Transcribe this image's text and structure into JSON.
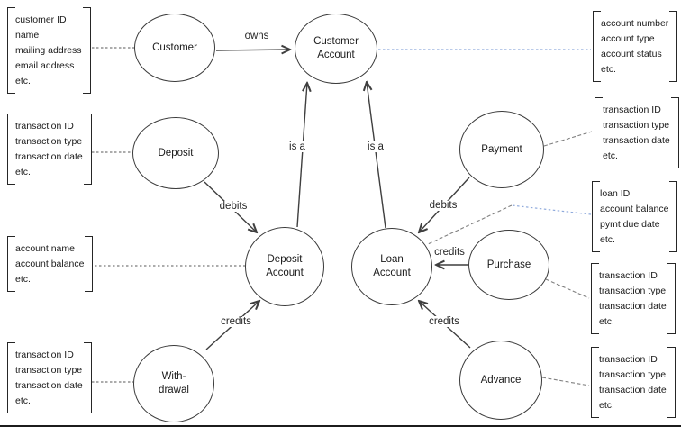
{
  "colors": {
    "background": "#ffffff",
    "line": "#3f3f3f",
    "dotted": "#595959",
    "dashed": "#808080",
    "blue_dotted": "#8faadc",
    "text": "#1a1a1a"
  },
  "entities": [
    {
      "label": "Customer"
    },
    {
      "label": "Customer\nAccount"
    },
    {
      "label": "Deposit"
    },
    {
      "label": "Payment"
    },
    {
      "label": "Deposit\nAccount"
    },
    {
      "label": "Loan\nAccount"
    },
    {
      "label": "With-\ndrawal"
    },
    {
      "label": "Purchase"
    },
    {
      "label": "Advance"
    }
  ],
  "relationships": [
    {
      "from": "Customer",
      "to": "Customer Account",
      "label": "owns"
    },
    {
      "from": "Deposit Account",
      "to": "Customer Account",
      "label": "is a"
    },
    {
      "from": "Loan Account",
      "to": "Customer Account",
      "label": "is a"
    },
    {
      "from": "Deposit",
      "to": "Deposit Account",
      "label": "debits"
    },
    {
      "from": "Payment",
      "to": "Loan Account",
      "label": "debits"
    },
    {
      "from": "Purchase",
      "to": "Loan Account",
      "label": "credits"
    },
    {
      "from": "Withdrawal",
      "to": "Deposit Account",
      "label": "credits"
    },
    {
      "from": "Advance",
      "to": "Loan Account",
      "label": "credits"
    }
  ],
  "attribute_groups": [
    {
      "attached_to": "Customer",
      "side": "left",
      "lines": [
        "customer ID",
        "name",
        "mailing address",
        "email address",
        "etc."
      ]
    },
    {
      "attached_to": "Deposit",
      "side": "left",
      "lines": [
        "transaction ID",
        "transaction type",
        "transaction date",
        "etc."
      ]
    },
    {
      "attached_to": "Deposit Account",
      "side": "left",
      "lines": [
        "account name",
        "account balance",
        "etc."
      ]
    },
    {
      "attached_to": "Withdrawal",
      "side": "left",
      "lines": [
        "transaction ID",
        "transaction type",
        "transaction date",
        "etc."
      ]
    },
    {
      "attached_to": "Customer Account",
      "side": "right",
      "lines": [
        "account number",
        "account type",
        "account status",
        "etc."
      ]
    },
    {
      "attached_to": "Payment",
      "side": "right",
      "lines": [
        "transaction ID",
        "transaction type",
        "transaction date",
        "etc."
      ]
    },
    {
      "attached_to": "Loan Account",
      "side": "right",
      "lines": [
        "loan ID",
        "account balance",
        "pymt due date",
        "etc."
      ]
    },
    {
      "attached_to": "Purchase",
      "side": "right",
      "lines": [
        "transaction ID",
        "transaction type",
        "transaction date",
        "etc."
      ]
    },
    {
      "attached_to": "Advance",
      "side": "right",
      "lines": [
        "transaction ID",
        "transaction type",
        "transaction date",
        "etc."
      ]
    }
  ]
}
